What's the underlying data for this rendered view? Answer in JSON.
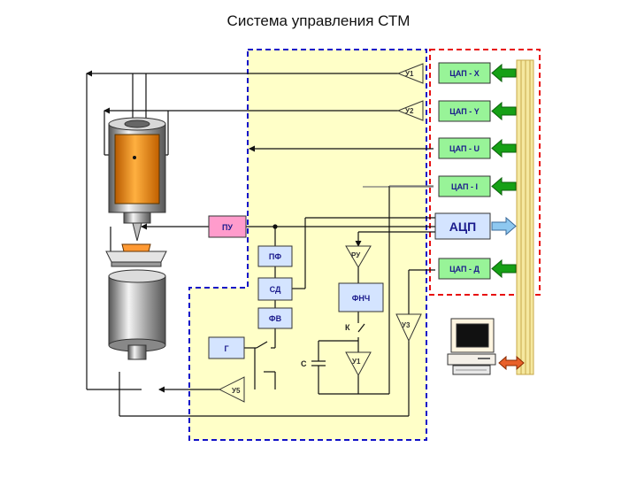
{
  "title": "Система управления СТМ",
  "colors": {
    "control_fill": "#FFFFC8",
    "control_border": "#1010C8",
    "dac_border": "#E81010",
    "dac_fill": "#98F498",
    "pink_block": "#FF9CCC",
    "blue_block": "#D4E4FF",
    "arrow_green": "#16A016",
    "bus_yellow": "#F5E8A0",
    "arrow_orange": "#E8602A"
  },
  "dacs": {
    "x": "ЦАП - X",
    "y": "ЦАП - Y",
    "u": "ЦАП - U",
    "i": "ЦАП - I",
    "d": "ЦАП - Д"
  },
  "adc": "АЦП",
  "blocks": {
    "pu": "ПУ",
    "pf": "ПФ",
    "sd": "СД",
    "fv": "ФВ",
    "g": "Г",
    "fnch": "ФНЧ"
  },
  "amplifiers": {
    "u1_top": "У1",
    "u2": "У2",
    "ru": "РУ",
    "u3": "У3",
    "u1_bottom": "У1",
    "u5": "У5"
  },
  "labels": {
    "switch_k": "К",
    "capacitor_c": "С"
  }
}
